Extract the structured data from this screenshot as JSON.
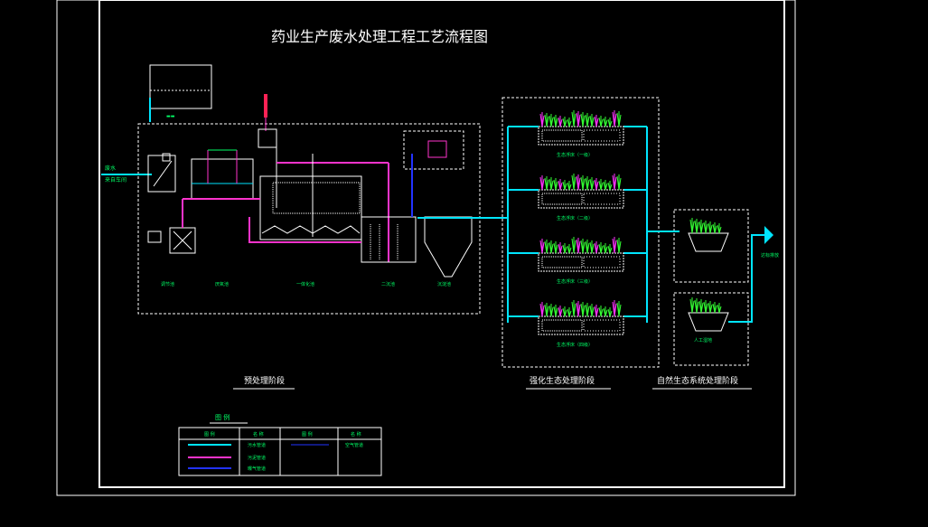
{
  "title": "药业生产废水处理工程工艺流程图",
  "colors": {
    "background": "#000000",
    "frame": "#ffffff",
    "dashed_box": "#ffffff",
    "process_water": "#00e5ff",
    "sludge": "#ff33cc",
    "air": "#2233ff",
    "label_green": "#00ff66",
    "label_white": "#ffffff",
    "plant_green": "#33ff33",
    "plant_magenta": "#ff33ff",
    "arrow_cyan": "#00e5ff",
    "dosing_red": "#ff2255"
  },
  "inlet_label": "废水",
  "inlet_sublabel": "来自车间",
  "outlet_label": "达标排放",
  "stages": {
    "pretreatment": "预处理阶段",
    "enhanced_bio": "强化生态处理阶段",
    "natural_bio": "自然生态系统处理阶段"
  },
  "unit_labels": {
    "pre_a": "调节池",
    "pre_b": "厌氧池",
    "pre_c": "一体化池",
    "pre_d": "二沉池",
    "pre_e": "沉淀池",
    "pond_1": "人工湿地",
    "wet_1": "生态浮床（一级）",
    "wet_2": "生态浮床（二级）",
    "wet_3": "生态浮床（三级）",
    "wet_4": "生态浮床（四级）"
  },
  "legend": {
    "title": "图  例",
    "col_symbol": "图  例",
    "col_name": "名  称",
    "rows": [
      {
        "left_name": "污水管道",
        "right_name": "空气管道"
      },
      {
        "left_name": "污泥管道",
        "right_name": ""
      },
      {
        "left_name": "曝气管道",
        "right_name": ""
      }
    ]
  }
}
